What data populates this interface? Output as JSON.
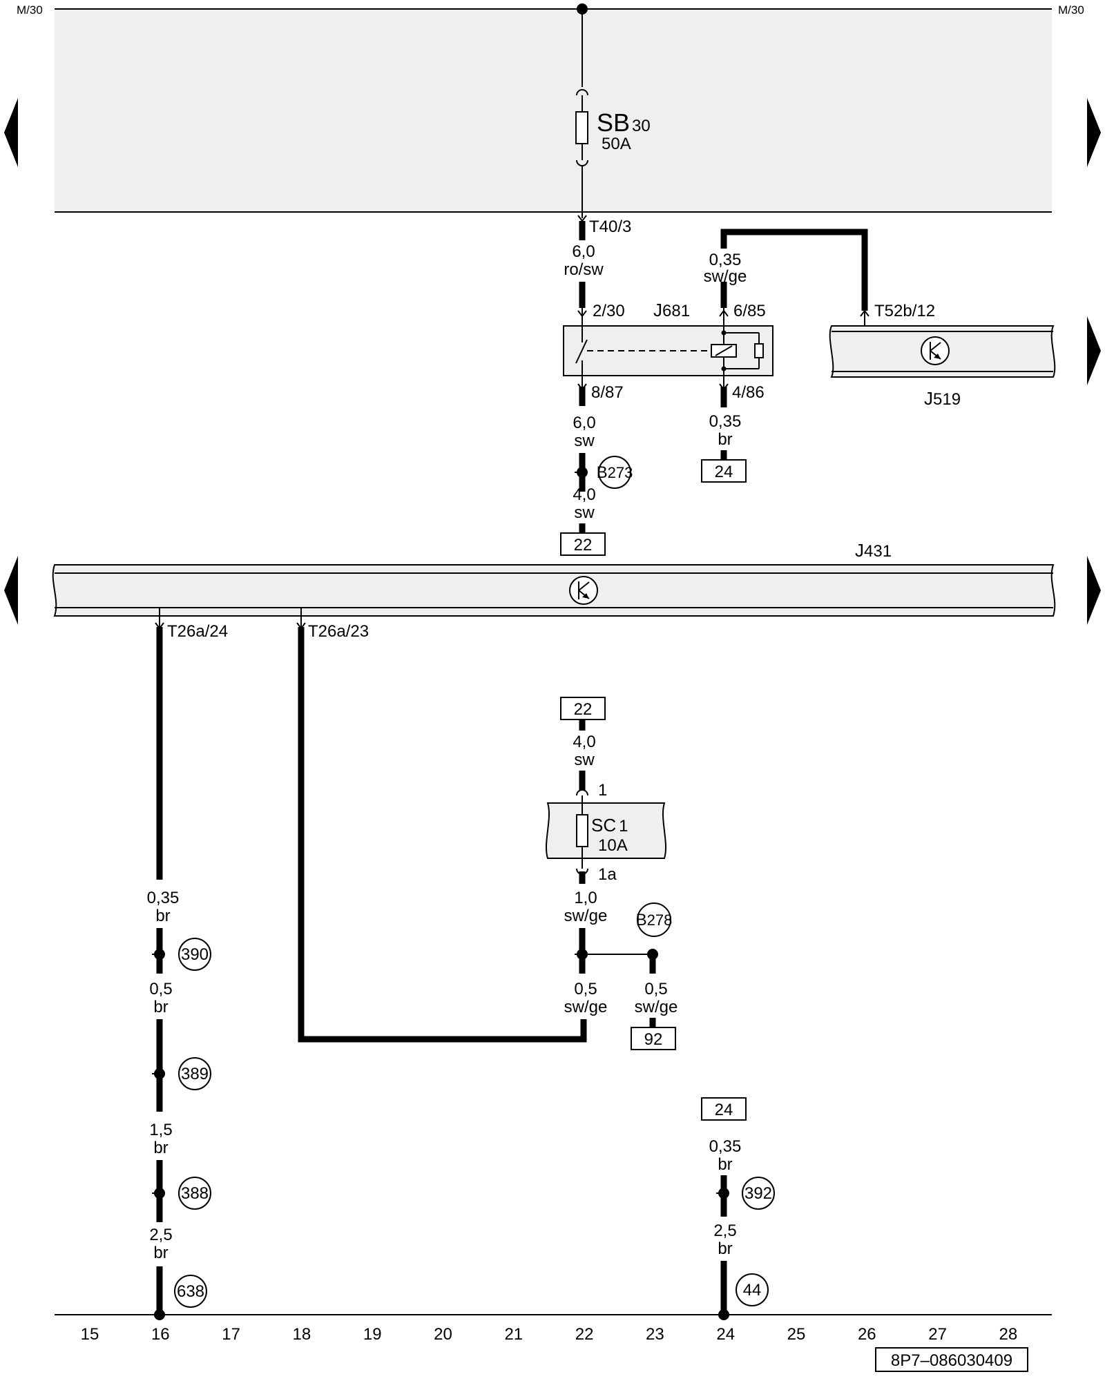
{
  "rails": {
    "left": "M/30",
    "right": "M/30"
  },
  "components": {
    "sb": {
      "name": "SB",
      "num": "30",
      "rating": "50A"
    },
    "j681": {
      "name": "J",
      "num": "681"
    },
    "j519": {
      "name": "J",
      "num": "519"
    },
    "j431": {
      "name": "J",
      "num": "431"
    },
    "sc": {
      "name": "SC",
      "num": "1",
      "rating": "10A"
    }
  },
  "connectors": {
    "t40_3": "T40/3",
    "t52b_12": "T52b/12",
    "t26a_24": "T26a/24",
    "t26a_23": "T26a/23"
  },
  "pins": {
    "p2_30": "2/30",
    "p6_85": "6/85",
    "p8_87": "8/87",
    "p4_86": "4/86",
    "sc_in": "1",
    "sc_out": "1a"
  },
  "wires": {
    "w1": {
      "size": "6,0",
      "color": "ro/sw"
    },
    "w2": {
      "size": "0,35",
      "color": "sw/ge"
    },
    "w3": {
      "size": "6,0",
      "color": "sw"
    },
    "w4": {
      "size": "0,35",
      "color": "br"
    },
    "w5": {
      "size": "4,0",
      "color": "sw"
    },
    "w6": {
      "size": "4,0",
      "color": "sw"
    },
    "w7": {
      "size": "1,0",
      "color": "sw/ge"
    },
    "w8": {
      "size": "0,5",
      "color": "sw/ge"
    },
    "w9": {
      "size": "0,5",
      "color": "sw/ge"
    },
    "w10": {
      "size": "0,35",
      "color": "br"
    },
    "w11": {
      "size": "0,5",
      "color": "br"
    },
    "w12": {
      "size": "1,5",
      "color": "br"
    },
    "w13": {
      "size": "2,5",
      "color": "br"
    },
    "w14": {
      "size": "0,35",
      "color": "br"
    },
    "w15": {
      "size": "2,5",
      "color": "br"
    }
  },
  "splices": {
    "b273": {
      "name": "B",
      "num": "273"
    },
    "b278": {
      "name": "B",
      "num": "278"
    }
  },
  "grounds": [
    "390",
    "389",
    "388",
    "638",
    "392",
    "44"
  ],
  "refs": {
    "r24a": "24",
    "r22a": "22",
    "r22b": "22",
    "r92": "92",
    "r24b": "24"
  },
  "columns": [
    "15",
    "16",
    "17",
    "18",
    "19",
    "20",
    "21",
    "22",
    "23",
    "24",
    "25",
    "26",
    "27",
    "28"
  ],
  "code": "8P7–086030409"
}
